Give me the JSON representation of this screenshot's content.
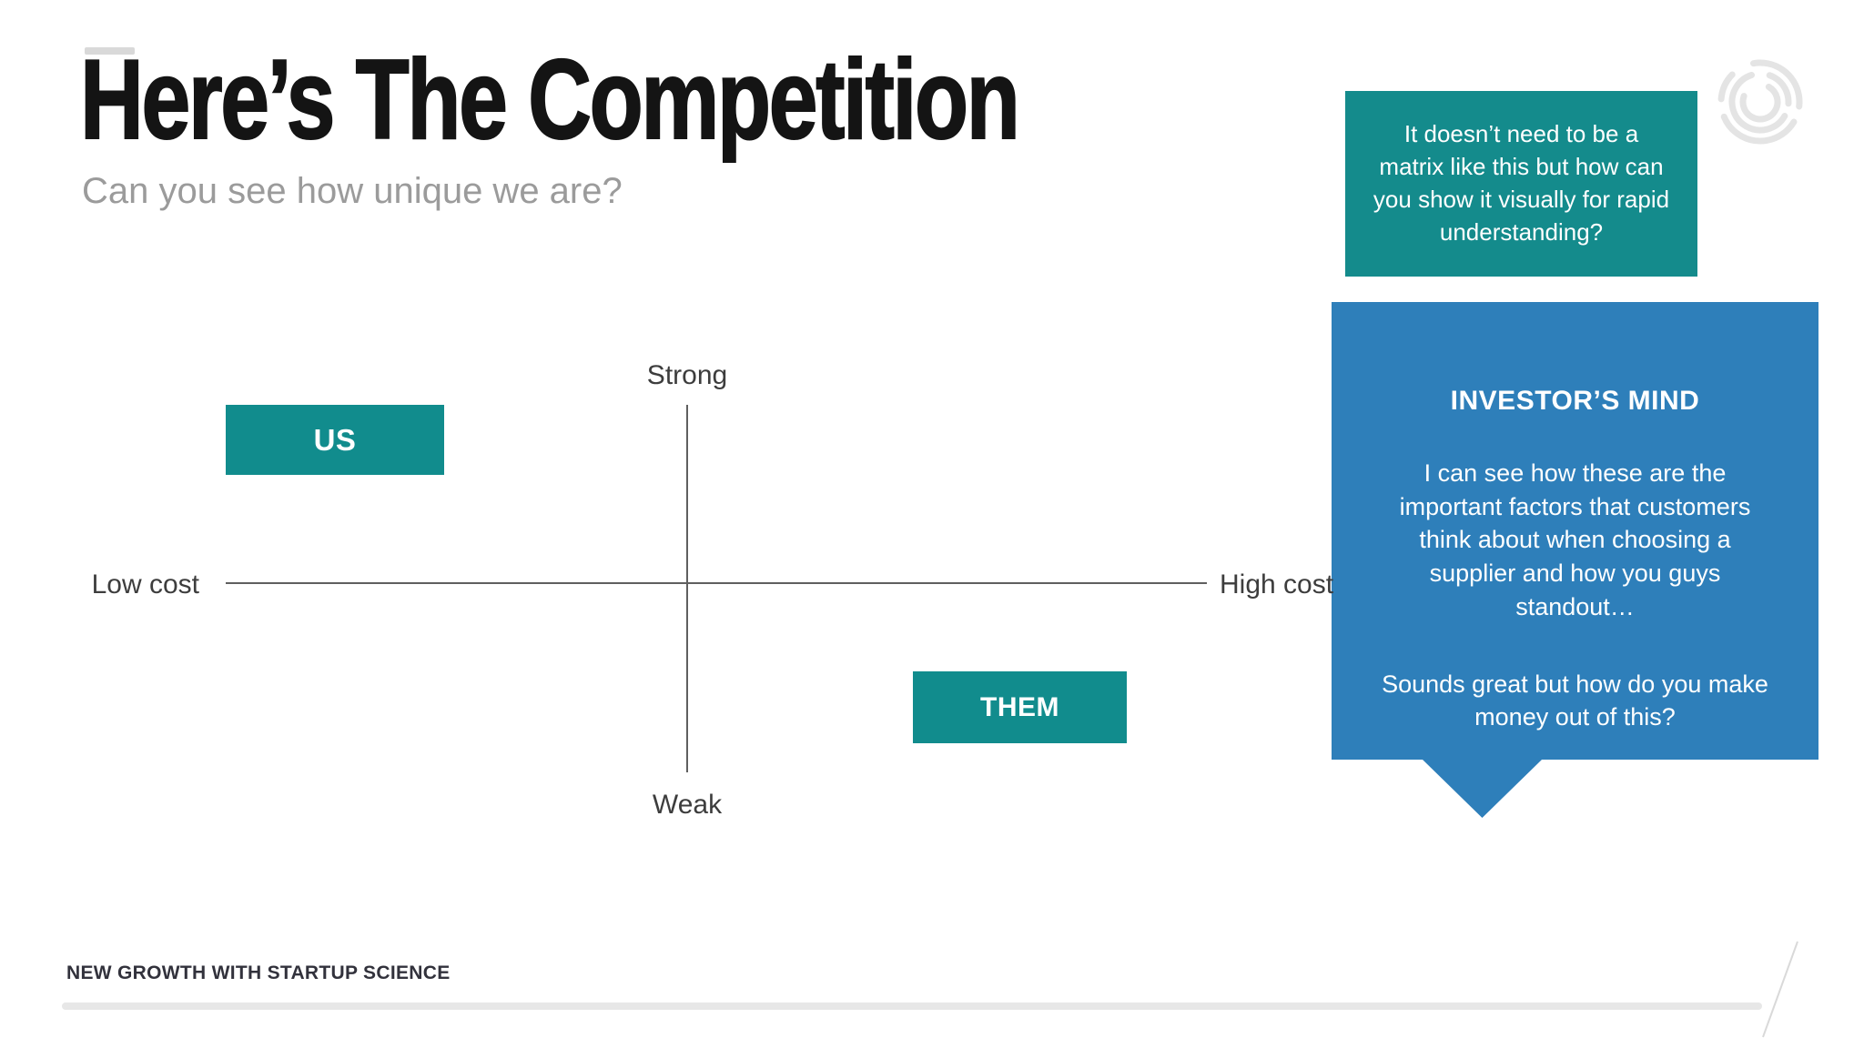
{
  "slide": {
    "title": "Here’s The Competition",
    "subtitle": "Can you see how unique we are?",
    "footer": "NEW GROWTH WITH STARTUP SCIENCE"
  },
  "callout": {
    "text": "It doesn’t need to be a matrix like this but how can you show it visually for rapid understanding?"
  },
  "investor": {
    "heading": "INVESTOR’S MIND",
    "para1": "I can see how these are the important factors that customers think about when choosing a supplier and how you guys standout…",
    "para2": "Sounds great but how do you make money out of this?"
  },
  "labels": {
    "strong": "Strong",
    "weak": "Weak",
    "low_cost": "Low cost",
    "high_cost": "High cost",
    "us": "US",
    "them": "THEM"
  },
  "colors": {
    "teal": "#118c8d",
    "blue": "#2e7fba",
    "title_text": "#141414",
    "subtitle_text": "#9b9b9b",
    "axis_text": "#3d3d3d",
    "axis_line": "#5f5f5f",
    "footer_text": "#32323c",
    "light_gray": "#e7e7e7"
  },
  "icons": {
    "logo": "spiral-circles-logo"
  },
  "chart_data": {
    "type": "scatter",
    "title": "Competition 2x2 matrix",
    "x_axis": {
      "left_label": "Low cost",
      "right_label": "High cost"
    },
    "y_axis": {
      "top_label": "Strong",
      "bottom_label": "Weak"
    },
    "points": [
      {
        "label": "US",
        "quadrant": "low cost / strong",
        "x": -0.65,
        "y": 0.75
      },
      {
        "label": "THEM",
        "quadrant": "high cost / weak",
        "x": 0.55,
        "y": -0.55
      }
    ],
    "grid": false,
    "legend": false
  }
}
